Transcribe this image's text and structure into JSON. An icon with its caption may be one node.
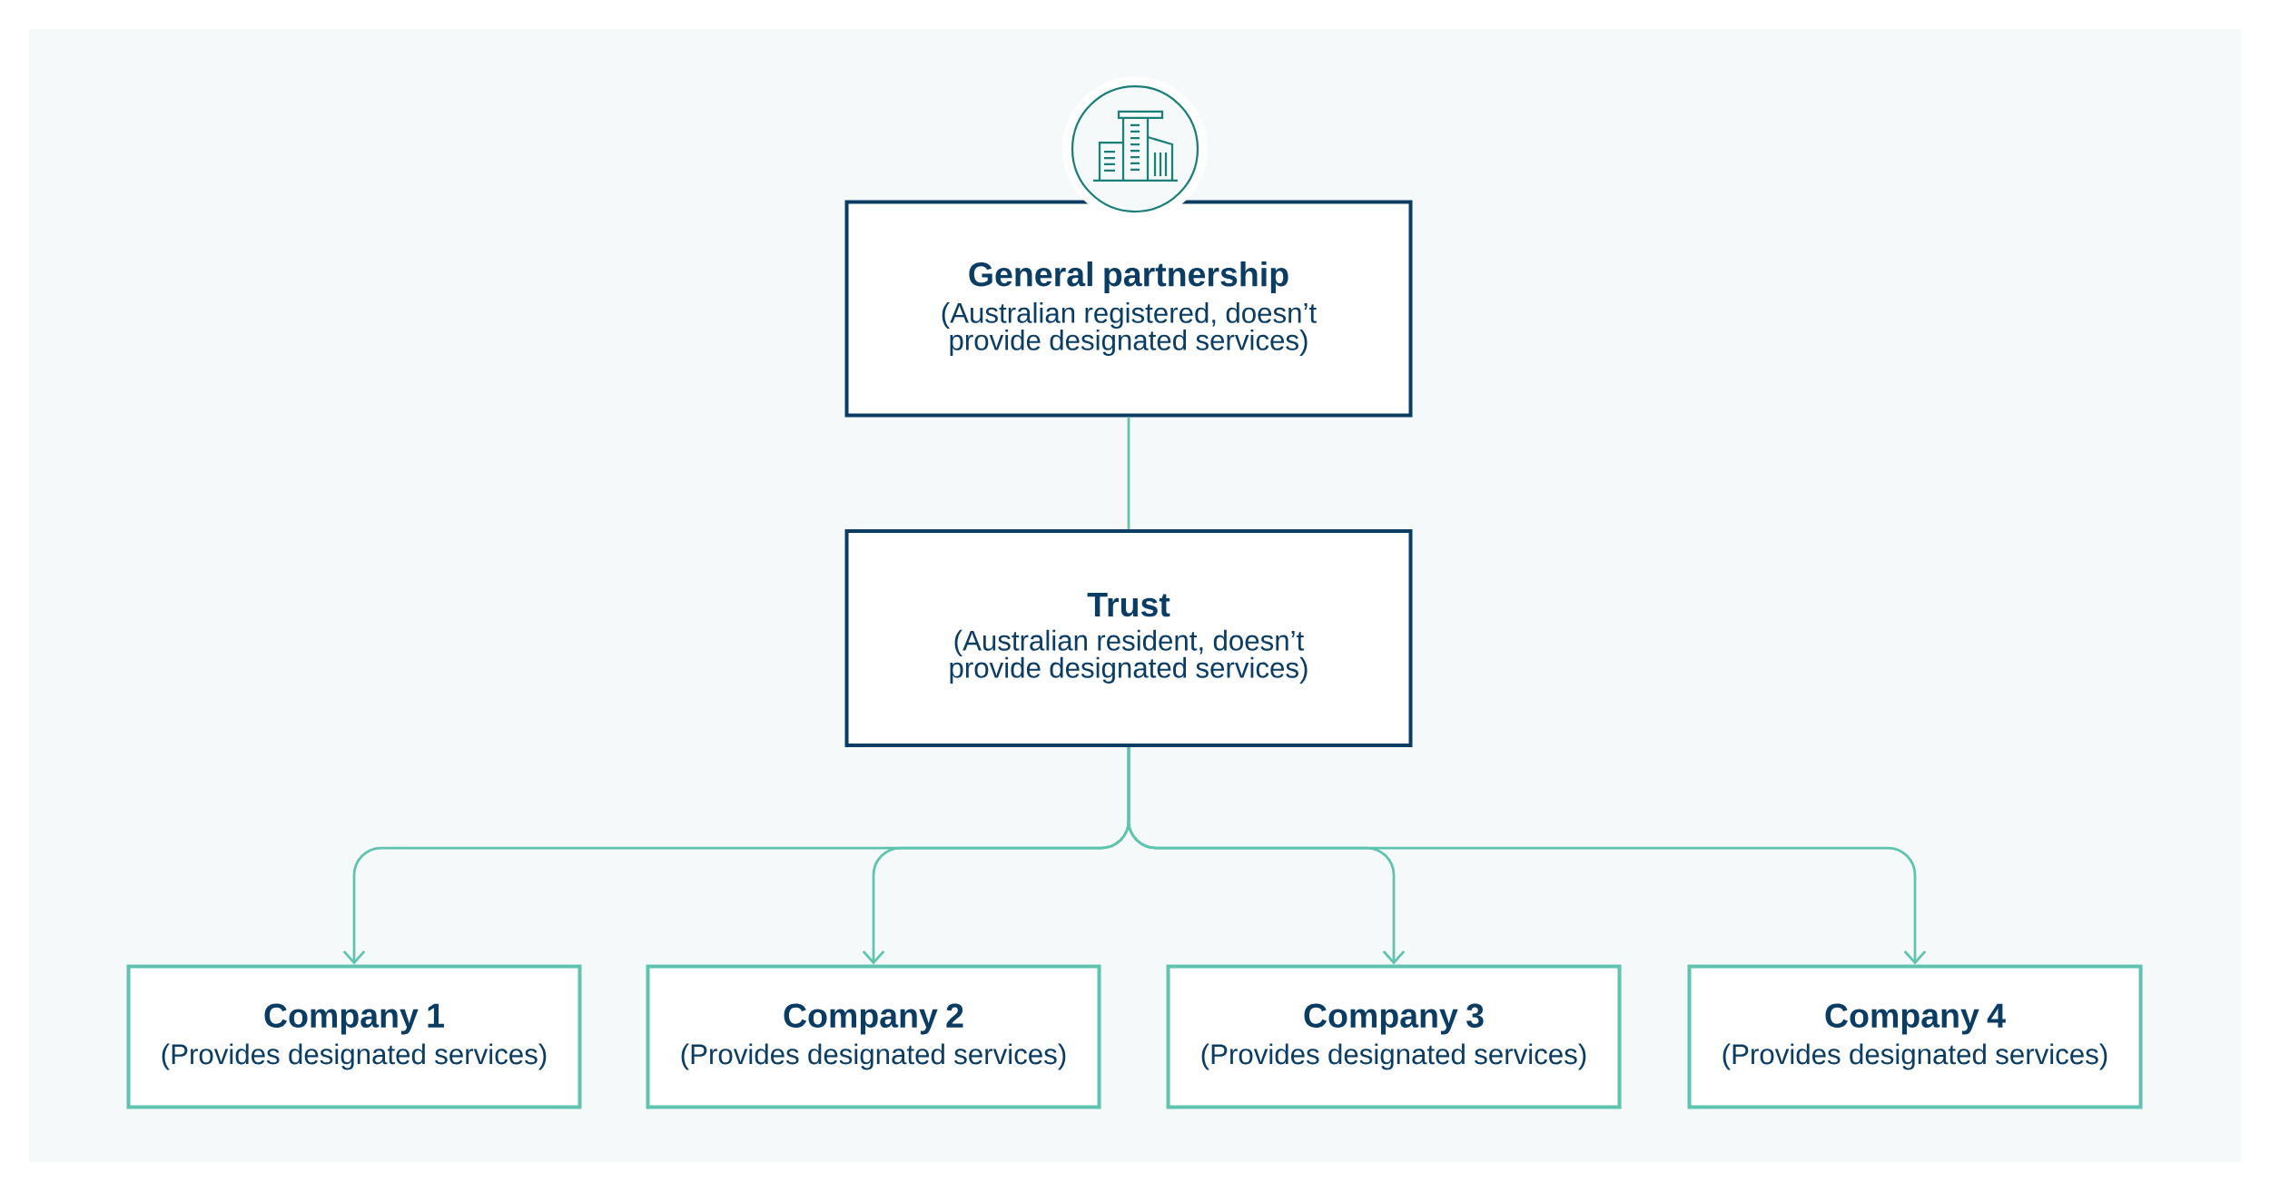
{
  "diagram": {
    "nodes": [
      {
        "text": [
          "General partnership",
          "(Australian registered, doesn’t provide designated services)"
        ]
      },
      {
        "text": [
          "Trust",
          "(Australian resident, doesn’t provide designated services)"
        ]
      },
      {
        "text": [
          "Company 1",
          "(Provides designated services)"
        ]
      },
      {
        "text": [
          "Company 2",
          "(Provides designated services)"
        ]
      },
      {
        "text": [
          "Company 3",
          "(Provides designated services)"
        ]
      },
      {
        "text": [
          "Company 4",
          "(Provides designated services)"
        ]
      }
    ],
    "edges": [
      {
        "from": 0,
        "to": 1,
        "arrow": "none"
      },
      {
        "from": 1,
        "to": 2,
        "arrow": "to"
      },
      {
        "from": 1,
        "to": 3,
        "arrow": "to"
      },
      {
        "from": 1,
        "to": 4,
        "arrow": "to"
      },
      {
        "from": 1,
        "to": 5,
        "arrow": "to"
      }
    ]
  }
}
